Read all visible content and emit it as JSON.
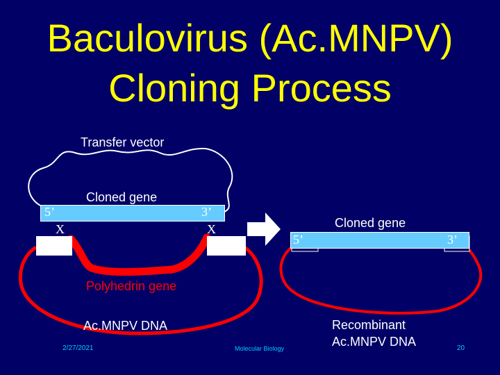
{
  "title": {
    "line1": "Baculovirus (Ac.MNPV)",
    "line2": "Cloning Process"
  },
  "left": {
    "transfer_vector": "Transfer vector",
    "cloned_gene": "Cloned gene",
    "end5": "5’",
    "end3": "3’",
    "x_left": "X",
    "x_right": "X",
    "polyhedrin_gene": "Polyhedrin gene",
    "acmnpv_dna": "Ac.MNPV DNA"
  },
  "right": {
    "cloned_gene": "Cloned gene",
    "end5": "5’",
    "end3": "3’",
    "recombinant_line1": "Recombinant",
    "recombinant_line2": "Ac.MNPV DNA"
  },
  "footer": {
    "date": "2/27/2021",
    "center": "Molecular Biology",
    "page": "20"
  },
  "colors": {
    "background": "#000066",
    "title": "#ffff00",
    "dna": "#ff0000",
    "gene": "#66ccff"
  }
}
